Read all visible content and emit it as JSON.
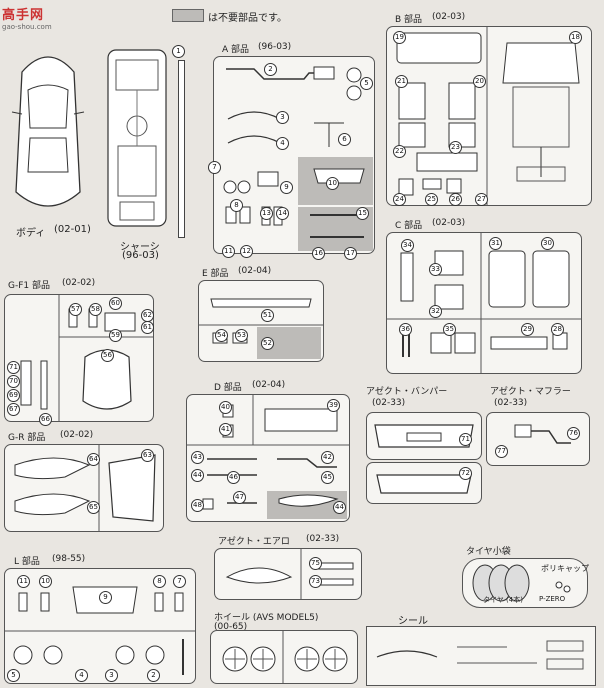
{
  "watermark": {
    "title": "高手网",
    "url": "gao-shou.com"
  },
  "legend": {
    "swatch_color": "#bdbbb8",
    "text": "は不要部品です。"
  },
  "body": {
    "label": "ボディ",
    "code": "(02-01)"
  },
  "chassis": {
    "label": "シャーシ",
    "code": "(96-03)"
  },
  "a_parts": {
    "label": "A 部品",
    "code": "(96-03)"
  },
  "b_parts": {
    "label": "B 部品",
    "code": "(02-03)"
  },
  "c_parts": {
    "label": "C 部品",
    "code": "(02-03)"
  },
  "d_parts": {
    "label": "D 部品",
    "code": "(02-04)"
  },
  "e_parts": {
    "label": "E 部品",
    "code": "(02-04)"
  },
  "gf1_parts": {
    "label": "G-F1 部品",
    "code": "(02-02)"
  },
  "gr_parts": {
    "label": "G-R 部品",
    "code": "(02-02)"
  },
  "l_parts": {
    "label": "L 部品",
    "code": "(98-55)"
  },
  "aggressive_bumper": {
    "label": "アゼクト・バンパー",
    "code": "(02-33)"
  },
  "aggressive_muffler": {
    "label": "アゼクト・マフラー",
    "code": "(02-33)"
  },
  "aggressive_aero": {
    "label": "アゼクト・エアロ",
    "code": "(02-33)"
  },
  "tire_bag": {
    "label": "タイヤ小袋",
    "polycap": "ポリキャップ",
    "tire_note": "タイヤ (4本)",
    "tire_brand": "P-ZERO"
  },
  "wheel": {
    "label": "ホイール (AVS MODEL5)",
    "code": "(00-65)"
  },
  "seal": {
    "label": "シール"
  }
}
